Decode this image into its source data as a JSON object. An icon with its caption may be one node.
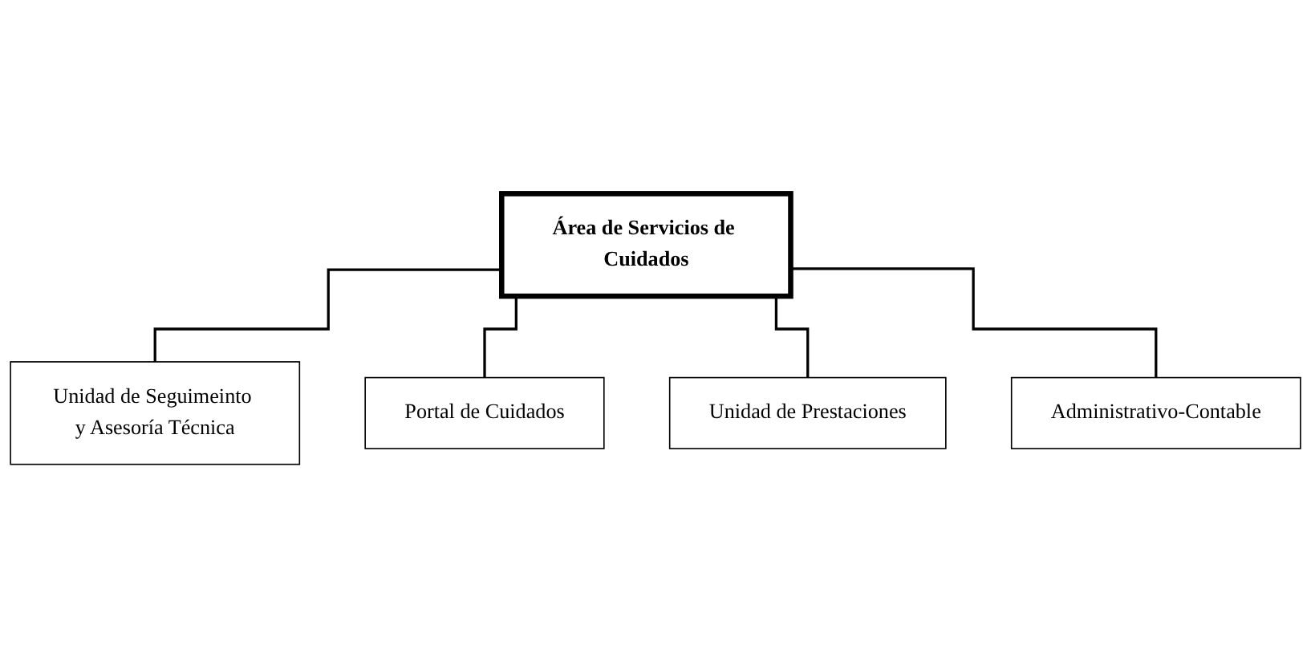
{
  "diagram": {
    "nodes": [
      {
        "text": [
          "Área de Servicios de Cuidados"
        ]
      },
      {
        "text": [
          "Unidad de Seguimeinto y Asesoría Técnica"
        ]
      },
      {
        "text": [
          "Portal de Cuidados"
        ]
      },
      {
        "text": [
          "Unidad de Prestaciones"
        ]
      },
      {
        "text": [
          "Administrativo-Contable"
        ]
      }
    ],
    "edges": [
      {
        "from": 0,
        "to": 1,
        "arrow": "none"
      },
      {
        "from": 0,
        "to": 2,
        "arrow": "none"
      },
      {
        "from": 0,
        "to": 3,
        "arrow": "none"
      },
      {
        "from": 0,
        "to": 4,
        "arrow": "none"
      }
    ]
  }
}
